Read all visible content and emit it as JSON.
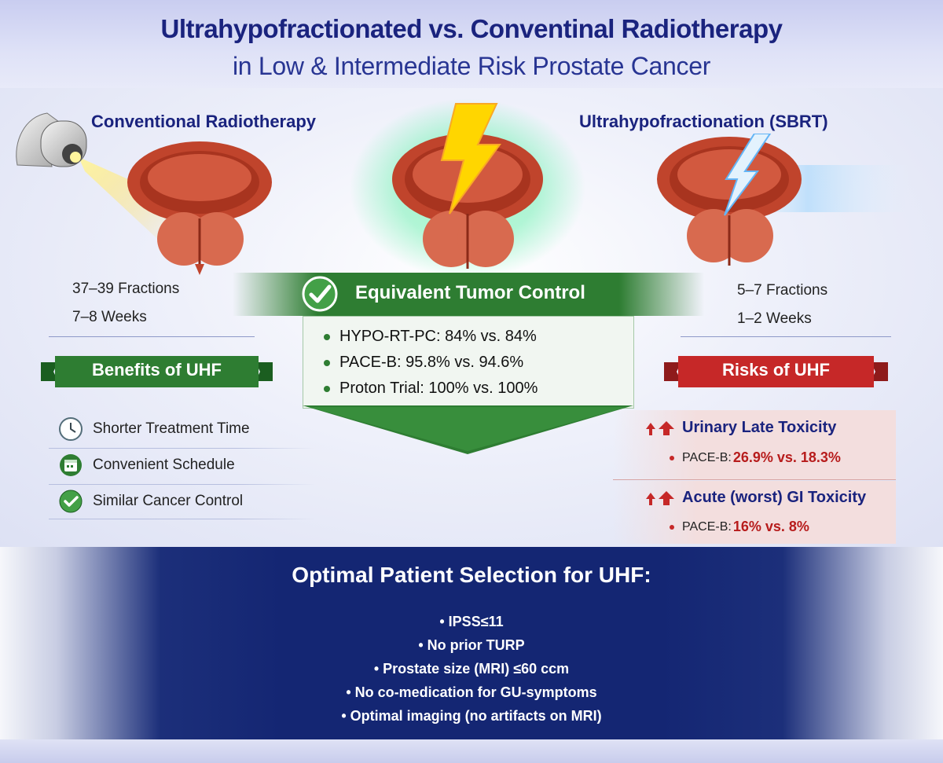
{
  "header": {
    "title_line1": "Ultrahypofractionated vs. Conventinal Radiotherapy",
    "title_line2": "in Low & Intermediate Risk Prostate Cancer"
  },
  "conventional": {
    "title": "Conventional Radiotherapy",
    "fractions": "37–39 Fractions",
    "weeks": "7–8 Weeks"
  },
  "sbrt": {
    "title": "Ultrahypofractionation (SBRT)",
    "fractions": "5–7 Fractions",
    "weeks": "1–2 Weeks"
  },
  "equivalent": {
    "label": "Equivalent Tumor Control",
    "items": [
      "HYPO-RT-PC: 84% vs. 84%",
      "PACE-B: 95.8% vs. 94.6%",
      "Proton Trial: 100% vs. 100%"
    ]
  },
  "benefits": {
    "label": "Benefits of UHF",
    "items": [
      {
        "text": "Shorter Treatment Time",
        "icon": "clock-icon"
      },
      {
        "text": "Convenient Schedule",
        "icon": "calendar-icon"
      },
      {
        "text": "Similar Cancer Control",
        "icon": "check-icon"
      }
    ]
  },
  "risks": {
    "label": "Risks of UHF",
    "items": [
      {
        "title": "Urinary Late Toxicity",
        "trial": "PACE-B:",
        "value": "26.9% vs. 18.3%"
      },
      {
        "title": "Acute (worst) GI Toxicity",
        "trial": "PACE-B:",
        "value": "16% vs. 8%"
      }
    ]
  },
  "selection": {
    "title": "Optimal Patient Selection for UHF:",
    "items": [
      "• IPSS≤11",
      "• No prior TURP",
      "• Prostate size (MRI) ≤60 ccm",
      "• No co-medication for GU-symptoms",
      "• Optimal imaging (no artifacts on MRI)"
    ]
  },
  "colors": {
    "navy": "#1a237e",
    "green": "#2e7d32",
    "red": "#c62828",
    "bottom_panel": "#142673"
  }
}
